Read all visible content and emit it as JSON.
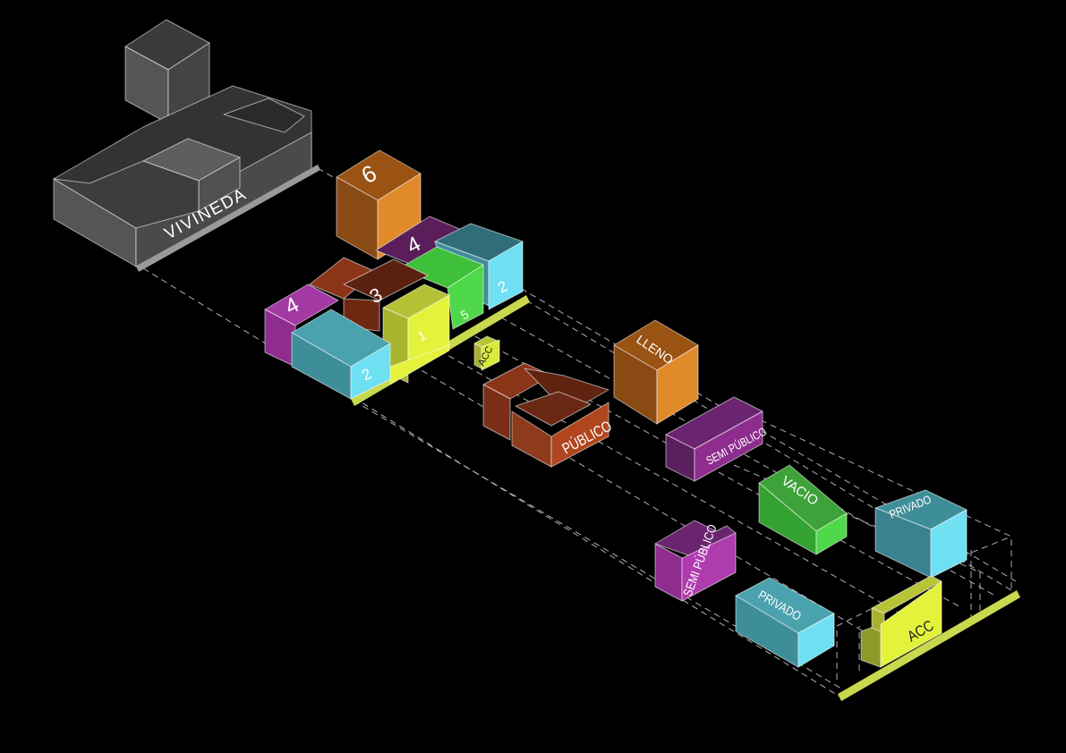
{
  "labels": {
    "vivienda": "VIVINEDA",
    "n6": "6",
    "n4_top": "4",
    "n4_left": "4",
    "n3": "3",
    "n1": "1",
    "n5": "5",
    "n2_front": "2",
    "n2_right": "2",
    "acc_small": "ACC",
    "publico": "PÚBLICO",
    "lleno": "LLENO",
    "semi_publico_upper": "SEMI PÚBLICO",
    "vacio": "VACIO",
    "privado_right": "PRIVADO",
    "semi_publico_lower": "SEMI PÚBLICO",
    "privado_lower": "PRIVADO",
    "acc_end": "ACC"
  },
  "colors": {
    "background": "#000000",
    "gray": "#4a4a4a",
    "orange": "#e08a2a",
    "purple": "#8e2d8e",
    "brown": "#7a2e18",
    "teal": "#3e8e9a",
    "cyan": "#6fdff2",
    "lime": "#d9ea3a",
    "green": "#4fd84a",
    "base": "#c9d84e"
  }
}
